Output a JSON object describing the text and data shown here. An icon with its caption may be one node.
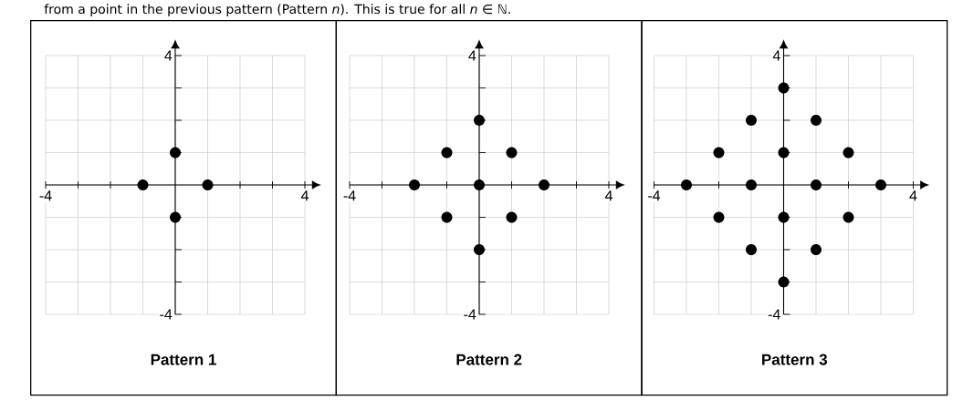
{
  "diagram": {
    "nodes": [
      {
        "text": [
          "Pattern 1"
        ]
      },
      {
        "text": [],
        "shape": "circle",
        "in": 0
      },
      {
        "text": [],
        "shape": "circle",
        "in": 0
      },
      {
        "text": [],
        "shape": "circle",
        "in": 0
      },
      {
        "text": [],
        "shape": "circle",
        "in": 0
      },
      {
        "text": [
          "Pattern 2"
        ]
      },
      {
        "text": [],
        "shape": "circle",
        "in": 5
      },
      {
        "text": [],
        "shape": "circle",
        "in": 5
      },
      {
        "text": [],
        "shape": "circle",
        "in": 5
      },
      {
        "text": [],
        "shape": "circle",
        "in": 5
      },
      {
        "text": [],
        "shape": "circle",
        "in": 5
      },
      {
        "text": [],
        "shape": "circle",
        "in": 5
      },
      {
        "text": [],
        "shape": "circle",
        "in": 5
      },
      {
        "text": [],
        "shape": "circle",
        "in": 5
      },
      {
        "text": [],
        "shape": "circle",
        "in": 5
      },
      {
        "text": [
          "Pattern 3"
        ]
      },
      {
        "text": [],
        "shape": "circle",
        "in": 15
      },
      {
        "text": [],
        "shape": "circle",
        "in": 15
      },
      {
        "text": [],
        "shape": "circle",
        "in": 15
      },
      {
        "text": [],
        "shape": "circle",
        "in": 15
      },
      {
        "text": [],
        "shape": "circle",
        "in": 15
      },
      {
        "text": [],
        "shape": "circle",
        "in": 15
      },
      {
        "text": [],
        "shape": "circle",
        "in": 15
      },
      {
        "text": [],
        "shape": "circle",
        "in": 15
      },
      {
        "text": [],
        "shape": "circle",
        "in": 15
      },
      {
        "text": [],
        "shape": "circle",
        "in": 15
      },
      {
        "text": [],
        "shape": "circle",
        "in": 15
      },
      {
        "text": [],
        "shape": "circle",
        "in": 15
      },
      {
        "text": [],
        "shape": "circle",
        "in": 15
      },
      {
        "text": [],
        "shape": "circle",
        "in": 15
      },
      {
        "text": [],
        "shape": "circle",
        "in": 15
      },
      {
        "text": [],
        "shape": "circle",
        "in": 15
      }
    ],
    "labels": [
      "from a point in the previous pattern (Pattern *n*). This is true for all *n* ∈ ℕ.",
      "4",
      "4",
      "4",
      "-4",
      "4",
      "-4",
      "4",
      "-4",
      "4",
      "-4",
      "-4",
      "-4"
    ]
  }
}
